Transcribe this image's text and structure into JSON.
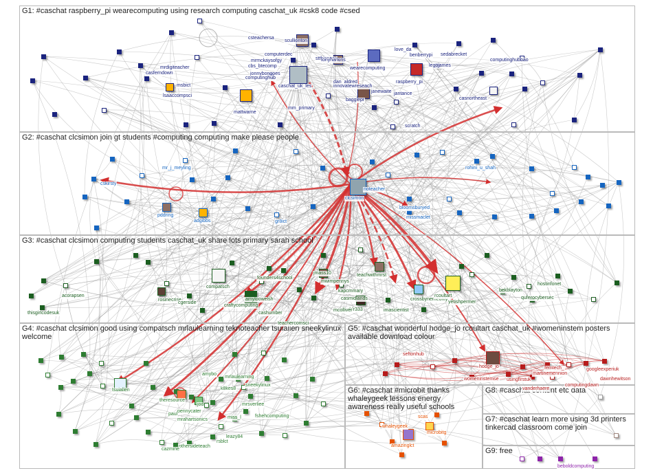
{
  "groups": [
    {
      "id": "G1",
      "title": "G1: #caschat raspberry_pi wearecomputing using research computing caschat_uk #csk8 code #csed",
      "color": "#1a237e"
    },
    {
      "id": "G2",
      "title": "G2: #caschat clcsimon join gt students #computing computing make please people",
      "color": "#1565c0"
    },
    {
      "id": "G3",
      "title": "G3: #caschat clcsimon computing students caschat_uk share lots primary sarah school",
      "color": "#1b5e20"
    },
    {
      "id": "G4",
      "title": "G4: #caschat clcsimon good using compatsch mrlaulearning teknoteacher tsuiallen sneekylinux welcome",
      "color": "#2e7d32"
    },
    {
      "id": "G5",
      "title": "G5: #caschat wonderful hodge_jo rcoultart caschat_uk #womeninstem posters available download colour",
      "color": "#b71c1c"
    },
    {
      "id": "G6",
      "title": "G6: #caschat #microbit thanks whaleygeek lessons energy awareness really useful schools",
      "color": "#e65100"
    },
    {
      "id": "G7",
      "title": "G7: #caschat learn more using 3d printers tinkercad classroom come join",
      "color": "#a1887f"
    },
    {
      "id": "G8",
      "title": "G8: #caschat content etc data",
      "color": "#9e9e9e"
    },
    {
      "id": "G9",
      "title": "G9: free",
      "color": "#8e24aa"
    }
  ],
  "labels": {
    "G1": [
      "csteachersa",
      "scullionton",
      "computerdec",
      "mrmckaysofgy",
      "stthisneck",
      "cbs_btecomp",
      "jonnybongoes",
      "computinghub",
      "caschat_uk_les",
      "tonyharkins",
      "wearecomputing",
      "love_da",
      "benberrypi",
      "sedabrecket",
      "computinghubbao",
      "legojames",
      "mrdigiteacher",
      "casferndown",
      "lsaaccompsci",
      "msbict",
      "raspberry_pi",
      "dan_aldred",
      "innovatewreseach",
      "mm_primary",
      "janewaite",
      "bagglepr",
      "jantance",
      "mattwarne",
      "casnortheast",
      "scratch"
    ],
    "G2": [
      "mr_j_meyling",
      "cskirsty",
      "clcsimon",
      "rohini_u_shah",
      "bloomsburyed",
      "missmaclet",
      "pddring",
      "adgibbs",
      "gr8ict",
      "noteacher"
    ],
    "G3": [
      "founders4school",
      "compatsch",
      "jmass10",
      "mwimpennys",
      "teachwithmrst",
      "craftycomputing",
      "amyloowelsh",
      "rosinecrise",
      "cgerside",
      "acorapsen",
      "thisgirlcodesuk",
      "kapcmmary",
      "casmidlands",
      "ddr333",
      "mcolliver",
      "imascientist",
      "crossbynemeonly",
      "rcoultart",
      "yetishpermer",
      "bekblayton",
      "hostinfonet",
      "quferocybersec",
      "cashumber",
      "teachercomsci"
    ],
    "G4": [
      "tsuiallen",
      "amybo",
      "mrlaulearning",
      "k8kes8",
      "sneekylinux",
      "mrsverliee",
      "fshehcomputing",
      "miss_l",
      "theresource",
      "pennycater",
      "paul",
      "jod",
      "mrahartsonics",
      "leazy84",
      "rsblct",
      "othersideteach",
      "cazmine"
    ],
    "G5": [
      "seftonhub",
      "hodge_jo",
      "womeninstemse",
      "usingfirstuk",
      "martinemennion",
      "femtech_",
      "vanderhaere",
      "computingdawn",
      "googleexperiuk",
      "dawnhewitson"
    ],
    "G6": [
      "whaleygeek",
      "microbitg",
      "amazinglct",
      "scas"
    ],
    "G9": [
      "beboldcomputing"
    ]
  }
}
